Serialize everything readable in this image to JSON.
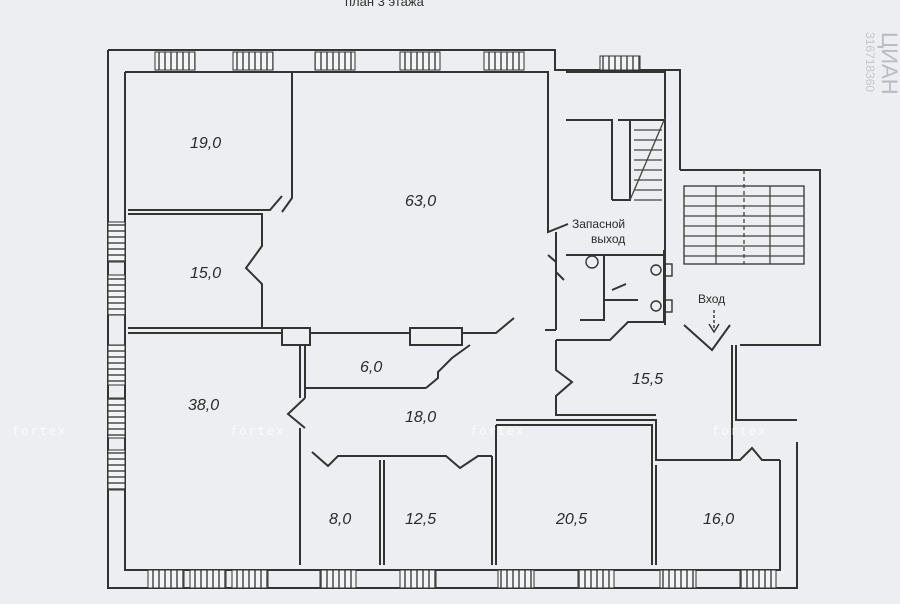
{
  "header_text": "план 3 этажа",
  "rooms": [
    {
      "id": "r1",
      "area": "19,0"
    },
    {
      "id": "r2",
      "area": "63,0"
    },
    {
      "id": "r3",
      "area": "15,0"
    },
    {
      "id": "r4",
      "area": "6,0"
    },
    {
      "id": "r5",
      "area": "38,0"
    },
    {
      "id": "r6",
      "area": "18,0"
    },
    {
      "id": "r7",
      "area": "15,5"
    },
    {
      "id": "r8",
      "area": "8,0"
    },
    {
      "id": "r9",
      "area": "12,5"
    },
    {
      "id": "r10",
      "area": "20,5"
    },
    {
      "id": "r11",
      "area": "16,0"
    }
  ],
  "labels": {
    "emergency_exit_line1": "Запасной",
    "emergency_exit_line2": "выход",
    "entrance": "Вход"
  },
  "watermarks": {
    "fortex": "fortex",
    "cian": "ЦИАН",
    "cian_id": "316718360"
  }
}
